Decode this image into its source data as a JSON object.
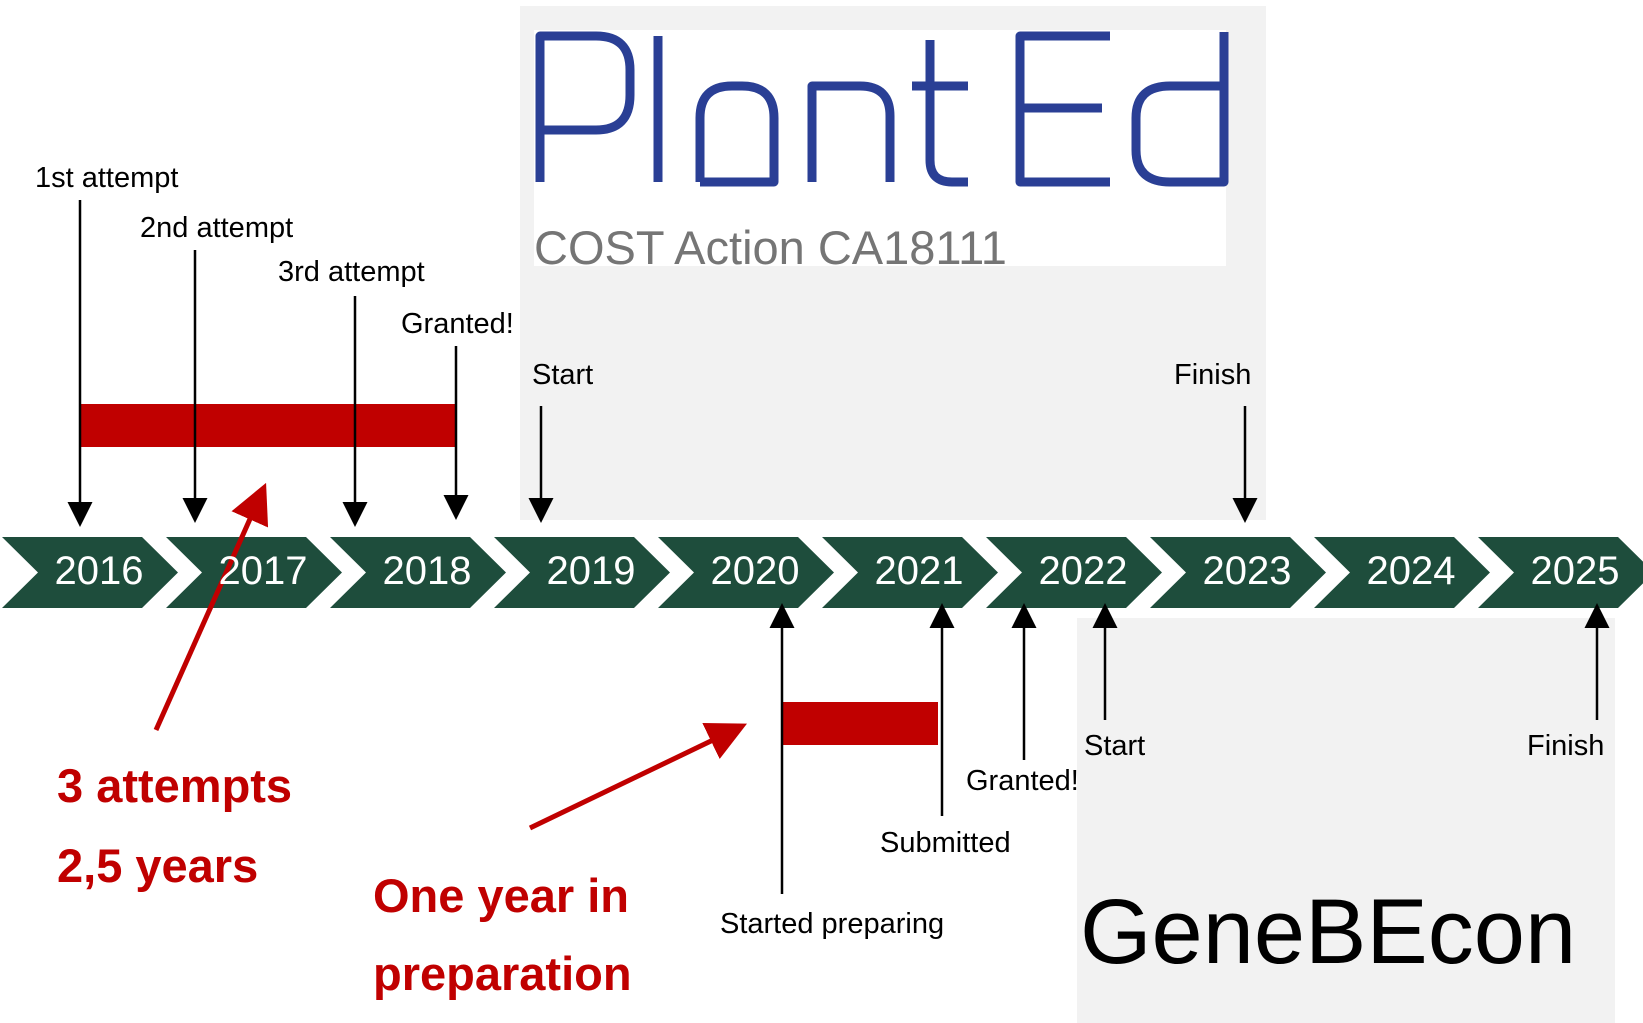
{
  "years": [
    "2016",
    "2017",
    "2018",
    "2019",
    "2020",
    "2021",
    "2022",
    "2023",
    "2024",
    "2025"
  ],
  "plant_ed": {
    "logo": "PlantEd",
    "subtitle": "COST Action CA18111",
    "start": "Start",
    "finish": "Finish"
  },
  "genebecon": {
    "logo": "GeneBEcon",
    "start": "Start",
    "finish": "Finish"
  },
  "first_history": {
    "attempt1": "1st attempt",
    "attempt2": "2nd attempt",
    "attempt3": "3rd attempt",
    "granted": "Granted!",
    "note_line1": "3 attempts",
    "note_line2": "2,5 years"
  },
  "second_history": {
    "started": "Started preparing",
    "submitted": "Submitted",
    "granted": "Granted!",
    "note_line1": "One year in",
    "note_line2": "preparation"
  },
  "colors": {
    "chevron": "#1e4d3c",
    "accent_red": "#c00000",
    "logo_blue": "#2a3f95",
    "panel_gray": "#f2f2f2"
  }
}
